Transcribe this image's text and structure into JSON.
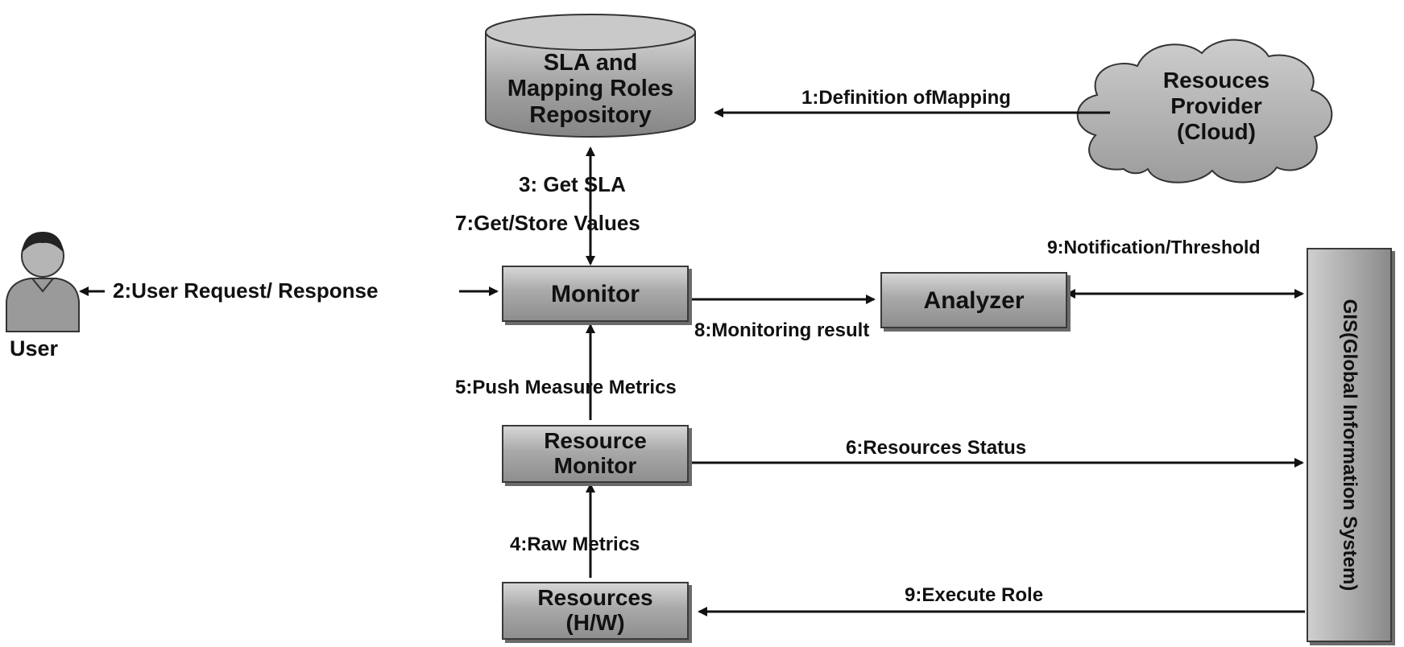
{
  "nodes": {
    "repository": {
      "line1": "SLA  and",
      "line2": "Mapping Roles",
      "line3": "Repository"
    },
    "cloud": {
      "line1": "Resouces",
      "line2": "Provider",
      "line3": "(Cloud)"
    },
    "user": {
      "label": "User"
    },
    "monitor": {
      "label": "Monitor"
    },
    "analyzer": {
      "label": "Analyzer"
    },
    "resource_monitor": {
      "line1": "Resource",
      "line2": "Monitor"
    },
    "resources": {
      "line1": "Resources",
      "line2": "(H/W)"
    },
    "gis": {
      "label": "GIS(Global Information System)"
    }
  },
  "edges": {
    "e1": "1:Definition ofMapping",
    "e2": "2:User Request/ Response",
    "e3": "3: Get SLA",
    "e7": "7:Get/Store Values",
    "e8": "8:Monitoring result",
    "e9a": "9:Notification/Threshold",
    "e5": "5:Push Measure Metrics",
    "e6": "6:Resources Status",
    "e4": "4:Raw Metrics",
    "e9b": "9:Execute Role"
  },
  "colors": {
    "node_fill": "#a9a9a9",
    "line": "#111111"
  }
}
